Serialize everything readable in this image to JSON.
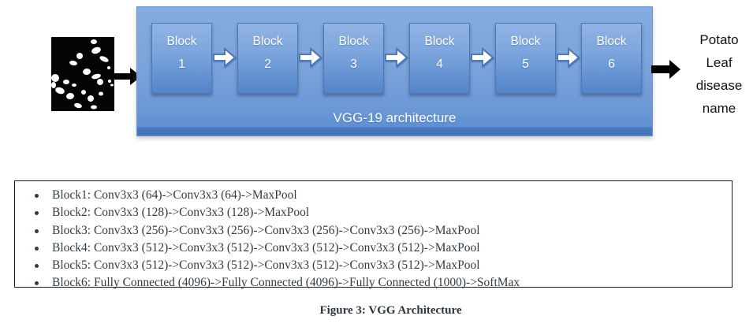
{
  "figure": {
    "input": {
      "alt": "binary-potato-leaf-image"
    },
    "vgg": {
      "label": "VGG-19 architecture",
      "blocks": [
        {
          "word": "Block",
          "num": "1"
        },
        {
          "word": "Block",
          "num": "2"
        },
        {
          "word": "Block",
          "num": "3"
        },
        {
          "word": "Block",
          "num": "4"
        },
        {
          "word": "Block",
          "num": "5"
        },
        {
          "word": "Block",
          "num": "6"
        }
      ]
    },
    "output": {
      "lines": [
        "Potato",
        "Leaf",
        "disease",
        "name"
      ]
    }
  },
  "block_details": {
    "items": [
      "Block1: Conv3x3 (64)->Conv3x3 (64)->MaxPool",
      "Block2: Conv3x3 (128)->Conv3x3 (128)->MaxPool",
      "Block3: Conv3x3 (256)->Conv3x3 (256)->Conv3x3 (256)->Conv3x3 (256)->MaxPool",
      "Block4: Conv3x3 (512)->Conv3x3 (512)->Conv3x3 (512)->Conv3x3 (512)->MaxPool",
      "Block5: Conv3x3 (512)->Conv3x3 (512)->Conv3x3 (512)->Conv3x3 (512)->MaxPool",
      "Block6: Fully Connected (4096)->Fully Connected (4096)->Fully Connected (1000)->SoftMax"
    ]
  },
  "caption": "Figure 3: VGG Architecture",
  "colors": {
    "container_blue": "#7BA4DC",
    "block_blue_top": "#90B4E4",
    "block_blue_bottom": "#5284C8",
    "flow_arrow_outline": "#4E79B4",
    "io_arrow_black": "#000000"
  }
}
